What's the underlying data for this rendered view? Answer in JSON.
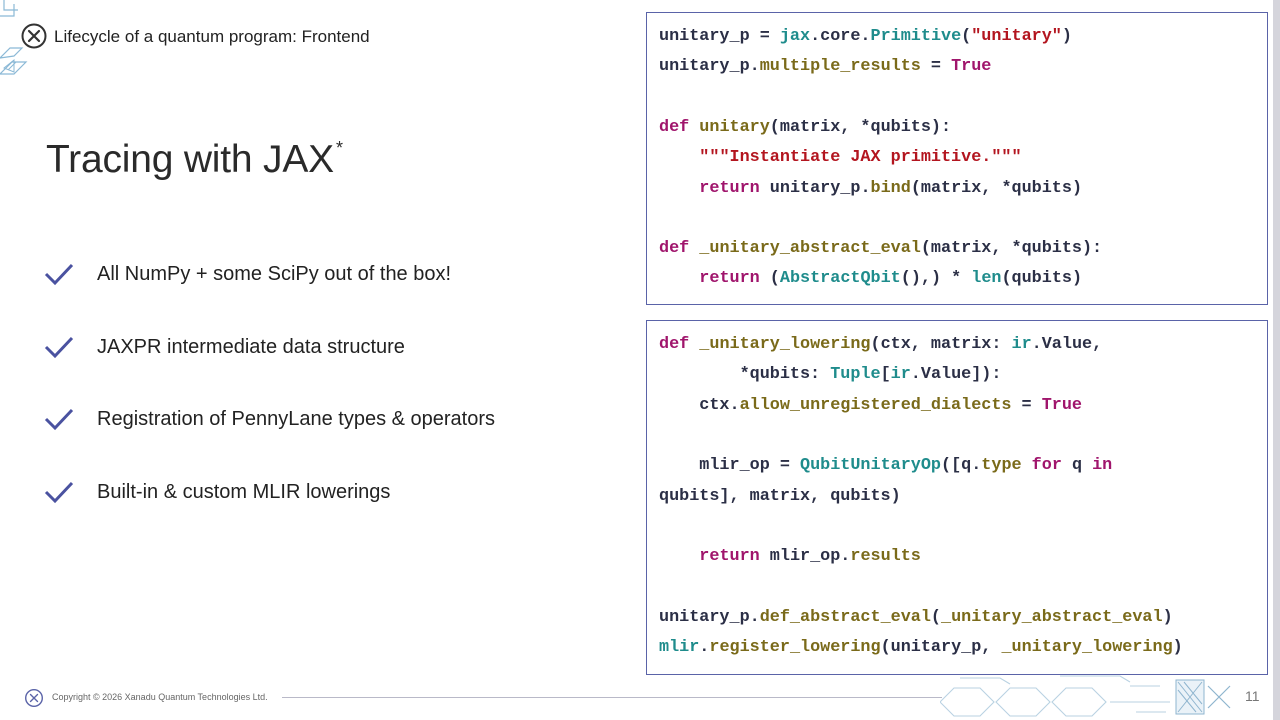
{
  "header": {
    "title": "Lifecycle of a quantum program: Frontend",
    "logo_icon": "xanadu-circle-x-icon"
  },
  "slide": {
    "title": "Tracing with JAX",
    "title_mark": "*"
  },
  "bullets": [
    "All NumPy + some SciPy out of the box!",
    "JAXPR intermediate data structure",
    "Registration of PennyLane types & operators",
    "Built-in & custom MLIR lowerings"
  ],
  "code_box_1": [
    "unitary_p = jax.core.Primitive(\"unitary\")",
    "unitary_p.multiple_results = True",
    "",
    "def unitary(matrix, *qubits):",
    "    \"\"\"Instantiate JAX primitive.\"\"\"",
    "    return unitary_p.bind(matrix, *qubits)",
    "",
    "def _unitary_abstract_eval(matrix, *qubits):",
    "    return (AbstractQbit(),) * len(qubits)"
  ],
  "code_box_2": [
    "def _unitary_lowering(ctx, matrix: ir.Value,",
    "        *qubits: Tuple[ir.Value]):",
    "    ctx.allow_unregistered_dialects = True",
    "",
    "    mlir_op = QubitUnitaryOp([q.type for q in",
    "qubits], matrix, qubits)",
    "",
    "    return mlir_op.results",
    "",
    "unitary_p.def_abstract_eval(_unitary_abstract_eval)",
    "mlir.register_lowering(unitary_p, _unitary_lowering)"
  ],
  "footer": {
    "copyright": "Copyright © 2026 Xanadu Quantum Technologies Ltd.",
    "page_number": "11"
  },
  "colors": {
    "accent": "#5a63a8",
    "keyword": "#a0156c",
    "string": "#b3151f",
    "class": "#1f8c8c",
    "function": "#7a6a1a"
  }
}
